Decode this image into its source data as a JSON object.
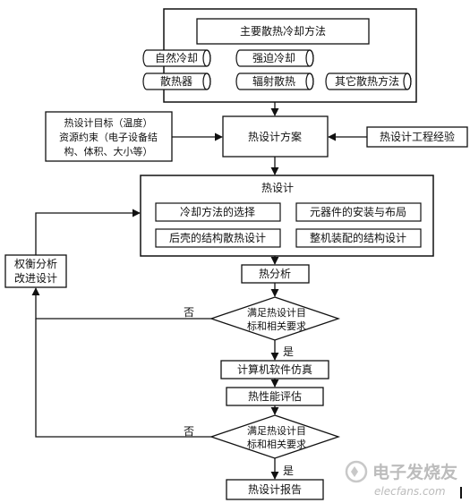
{
  "methods": {
    "title": "主要散热冷却方法",
    "items": [
      "自然冷却",
      "强迫冷却",
      "散热器",
      "辐射散热",
      "其它散热方法"
    ]
  },
  "inputs": {
    "goals_line1": "热设计目标（温度）",
    "goals_line2": "资源约束（电子设备结",
    "goals_line3": "构、体积、大小等）",
    "experience": "热设计工程经验"
  },
  "plan": "热设计方案",
  "design": {
    "title": "热设计",
    "items": [
      "冷却方法的选择",
      "元器件的安装与布局",
      "后壳的结构散热设计",
      "整机装配的结构设计"
    ]
  },
  "tradeoff": {
    "line1": "权衡分析",
    "line2": "改进设计"
  },
  "analysis": "热分析",
  "decision1": {
    "line1": "满足热设计目",
    "line2": "标和相关要求",
    "no": "否",
    "yes": "是"
  },
  "simulation": "计算机软件仿真",
  "evaluation": "热性能评估",
  "decision2": {
    "line1": "满足热设计目",
    "line2": "标和相关要求",
    "no": "否",
    "yes": "是"
  },
  "report": "热设计报告",
  "watermark": {
    "domain": "elecfans.com",
    "brand": "电子发烧友"
  }
}
